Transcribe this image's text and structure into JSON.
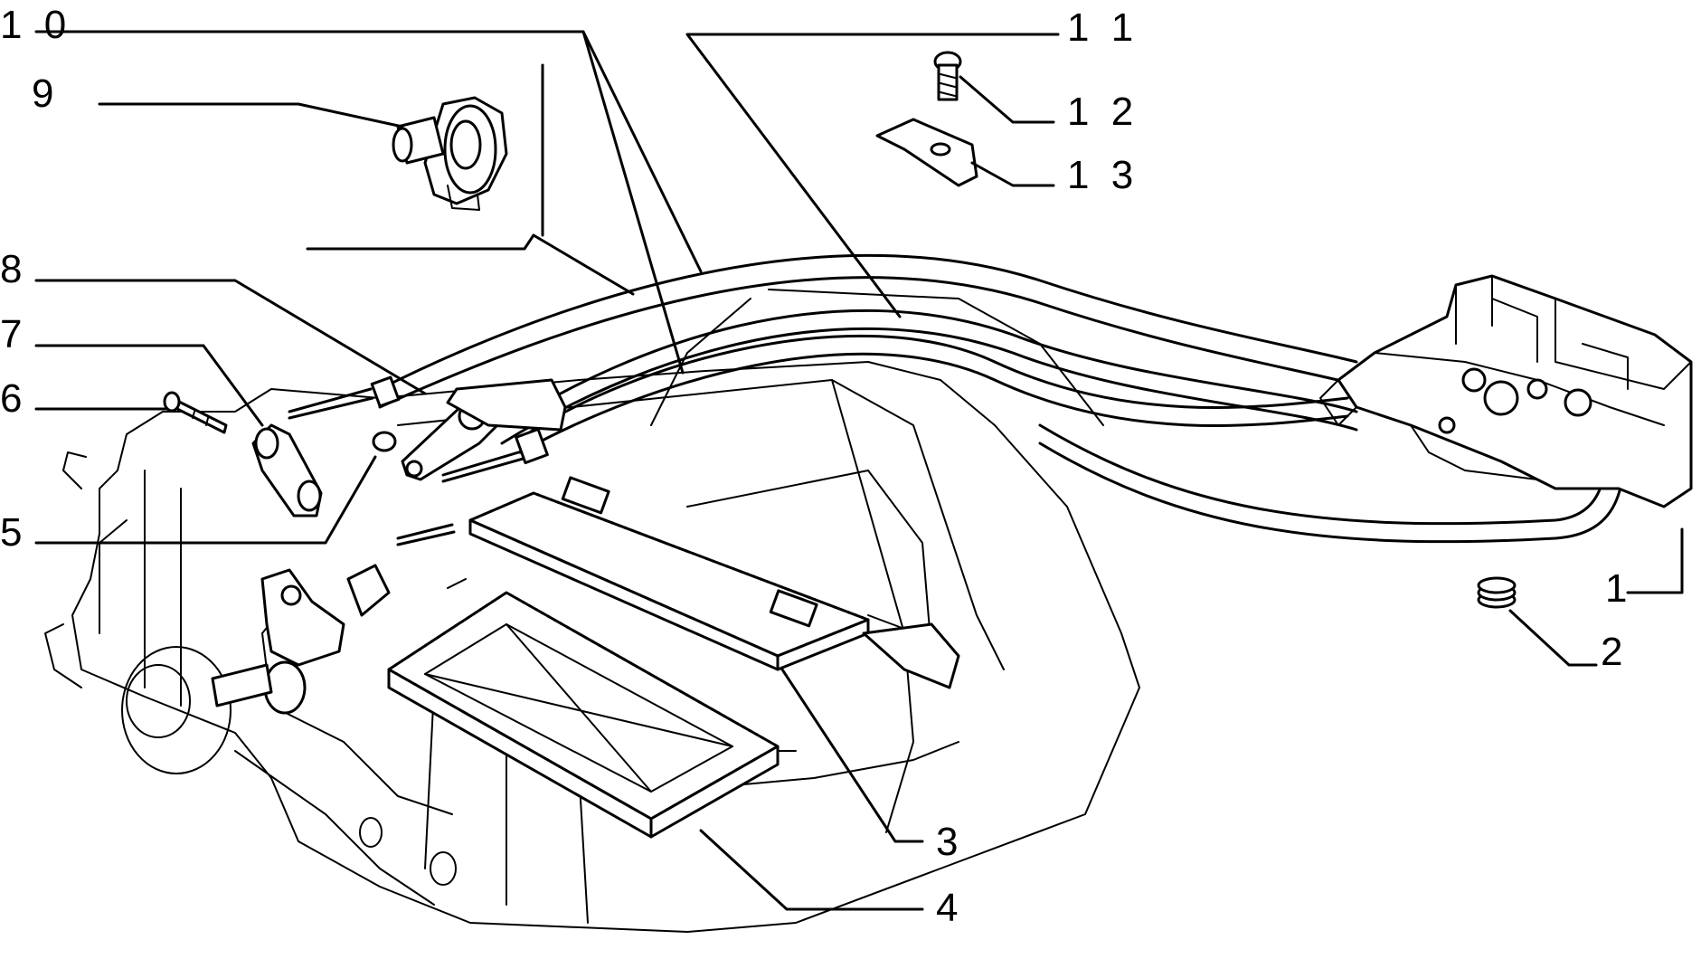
{
  "callouts": {
    "c1": "1",
    "c2": "2",
    "c3": "3",
    "c4": "4",
    "c5": "5",
    "c6": "6",
    "c7": "7",
    "c8": "8",
    "c9": "9",
    "c10": "1 0",
    "c11": "1 1",
    "c12": "1 2",
    "c13": "1 3"
  }
}
